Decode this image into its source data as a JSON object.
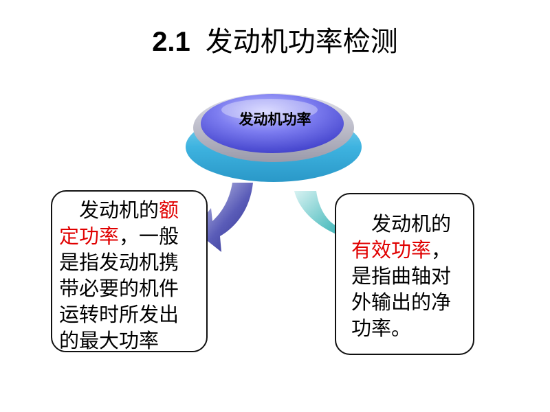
{
  "title": {
    "number": "2.1",
    "text": "发动机功率检测"
  },
  "center": {
    "label": "发动机功率"
  },
  "left_box": {
    "lines": [
      {
        "pre": "　发动机的",
        "red": "额",
        "post": ""
      },
      {
        "pre": "",
        "red": "定功率",
        "post": "，一般"
      },
      {
        "pre": "是指发动机携",
        "red": "",
        "post": ""
      },
      {
        "pre": "带必要的机件",
        "red": "",
        "post": ""
      },
      {
        "pre": "运转时所发出",
        "red": "",
        "post": ""
      },
      {
        "pre": "的最大功率",
        "red": "",
        "post": ""
      }
    ]
  },
  "right_box": {
    "lines": [
      {
        "pre": "　发动机的",
        "red": "",
        "post": ""
      },
      {
        "pre": "",
        "red": "有效功率",
        "post": "，"
      },
      {
        "pre": "是指曲轴对",
        "red": "",
        "post": ""
      },
      {
        "pre": "外输出的净",
        "red": "",
        "post": ""
      },
      {
        "pre": "功率。",
        "red": "",
        "post": ""
      }
    ]
  },
  "colors": {
    "highlight": "#e00000",
    "disc_outer": "#4ab8e0",
    "disc_inner": "#5a5ae0",
    "arrow_left": "#3a3ca0",
    "arrow_right": "#2aa6ac"
  }
}
